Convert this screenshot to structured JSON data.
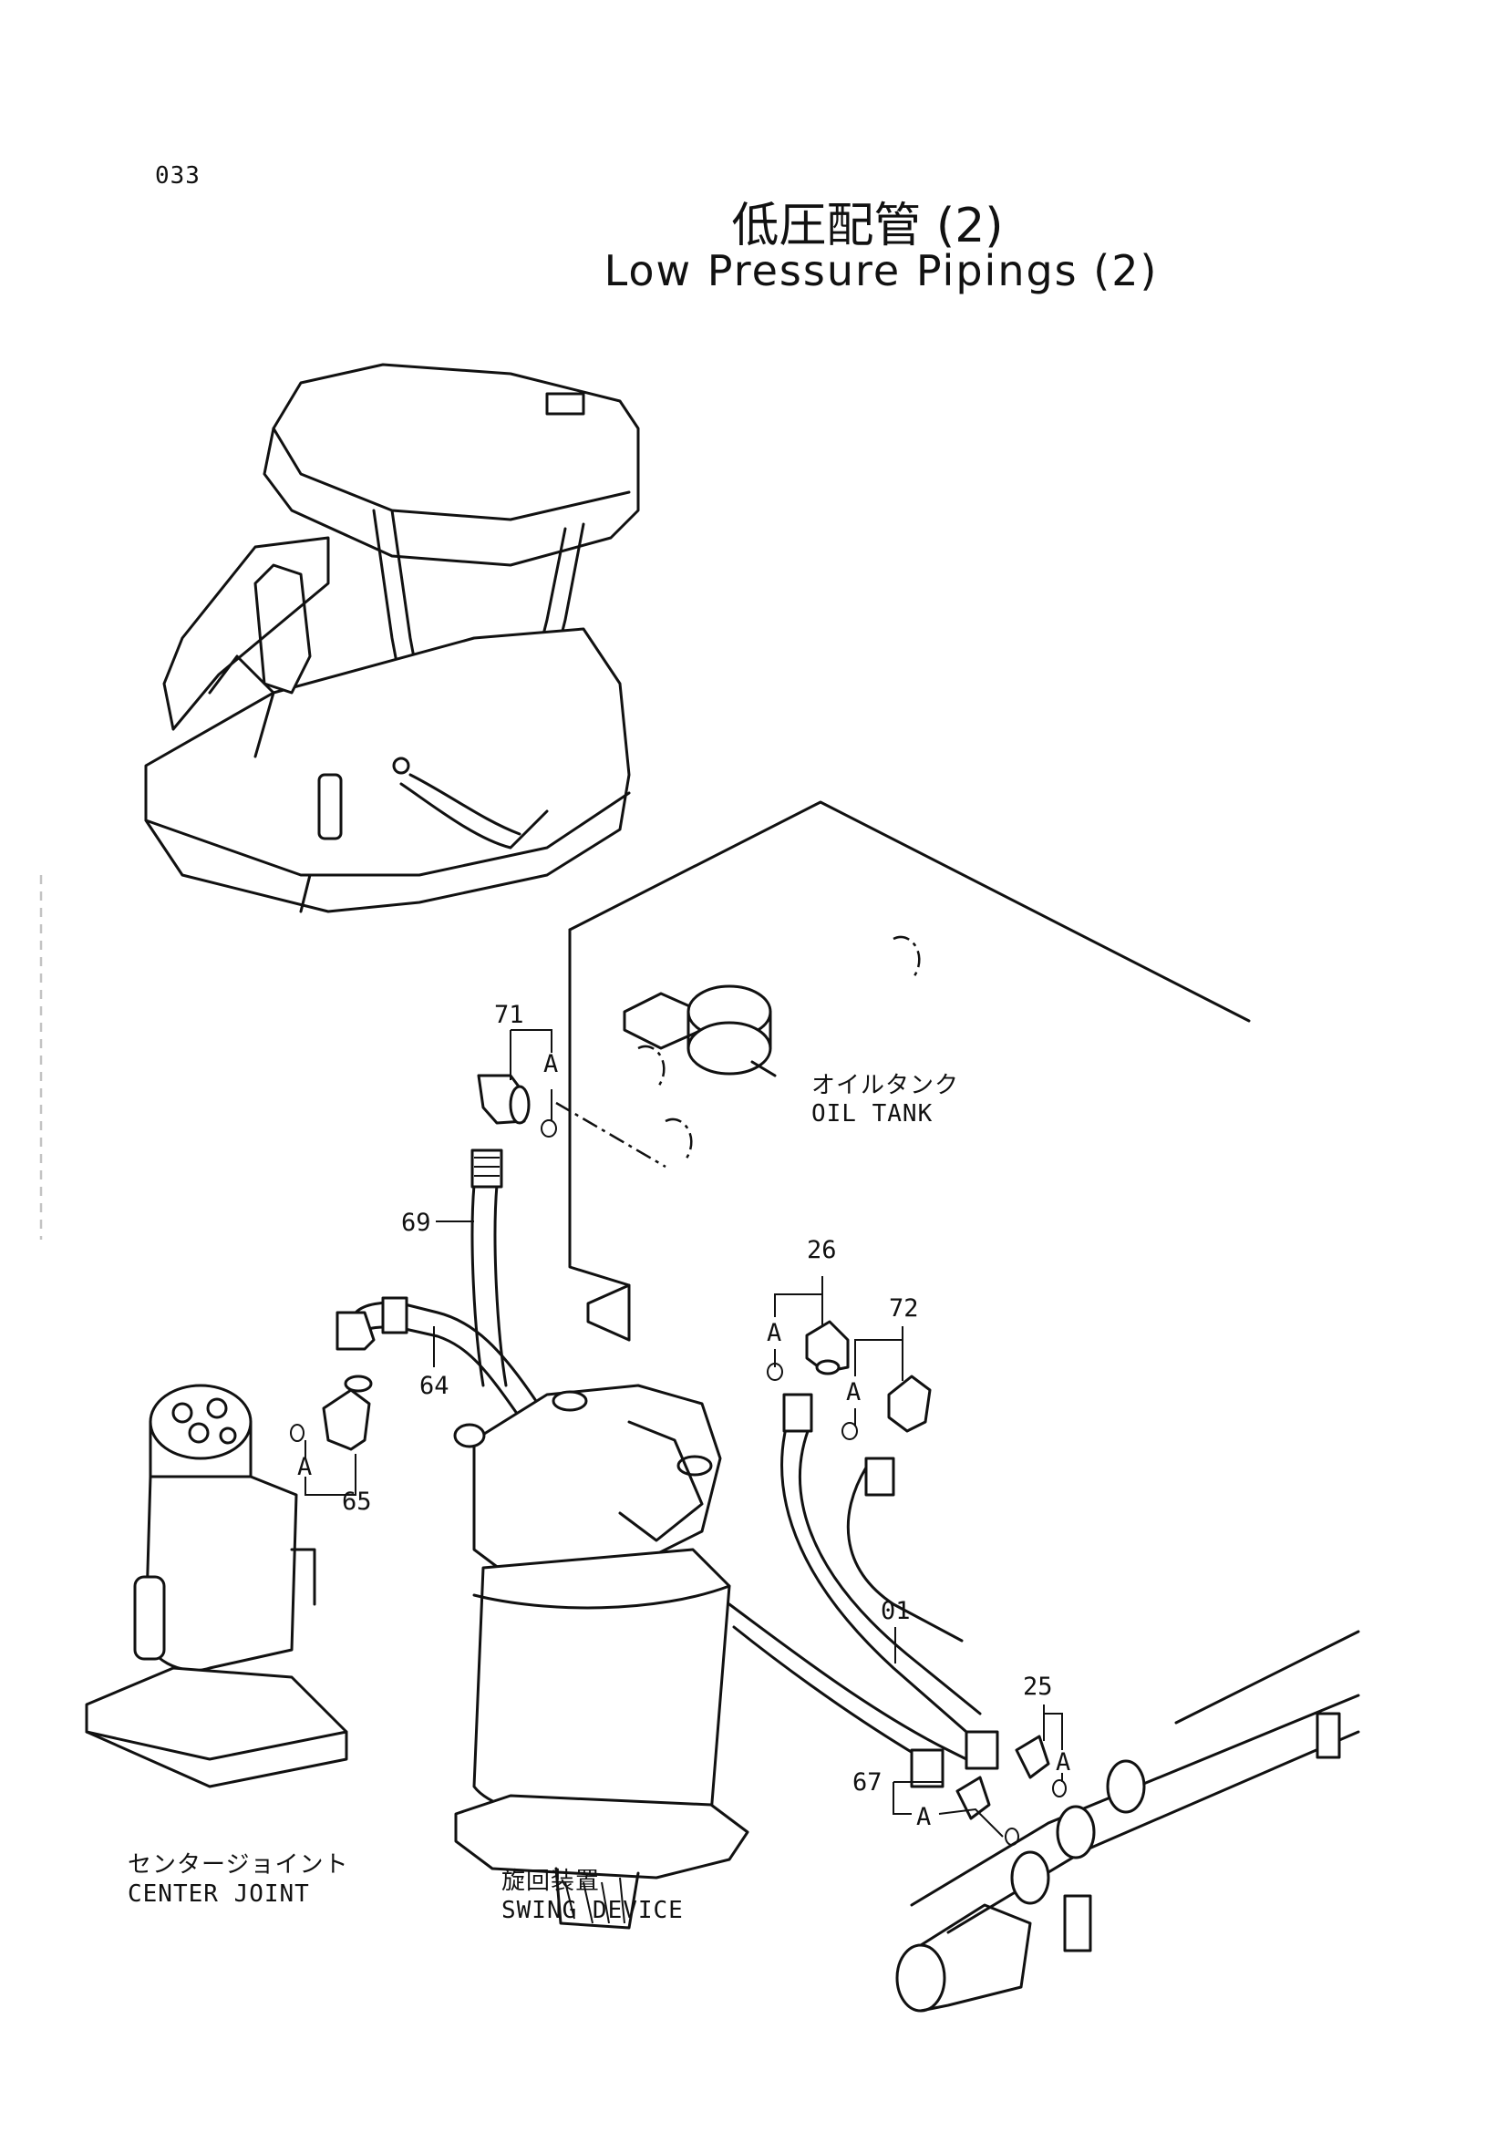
{
  "page": {
    "number": "033",
    "title_jp": "低圧配管 (2)",
    "title_en": "Low Pressure Pipings (2)"
  },
  "components": {
    "oil_tank": {
      "jp": "オイルタンク",
      "en": "OIL  TANK"
    },
    "center_joint": {
      "jp": "センタージョイント",
      "en": "CENTER  JOINT"
    },
    "swing_device": {
      "jp": "旋回装置",
      "en": "SWING  DEVICE"
    }
  },
  "callouts": {
    "p71": "71",
    "p69": "69",
    "p64": "64",
    "p65": "65",
    "p26": "26",
    "p72": "72",
    "p01": "01",
    "p25": "25",
    "p67": "67"
  },
  "detail_marks": [
    "A",
    "A",
    "A",
    "A",
    "A",
    "A"
  ]
}
